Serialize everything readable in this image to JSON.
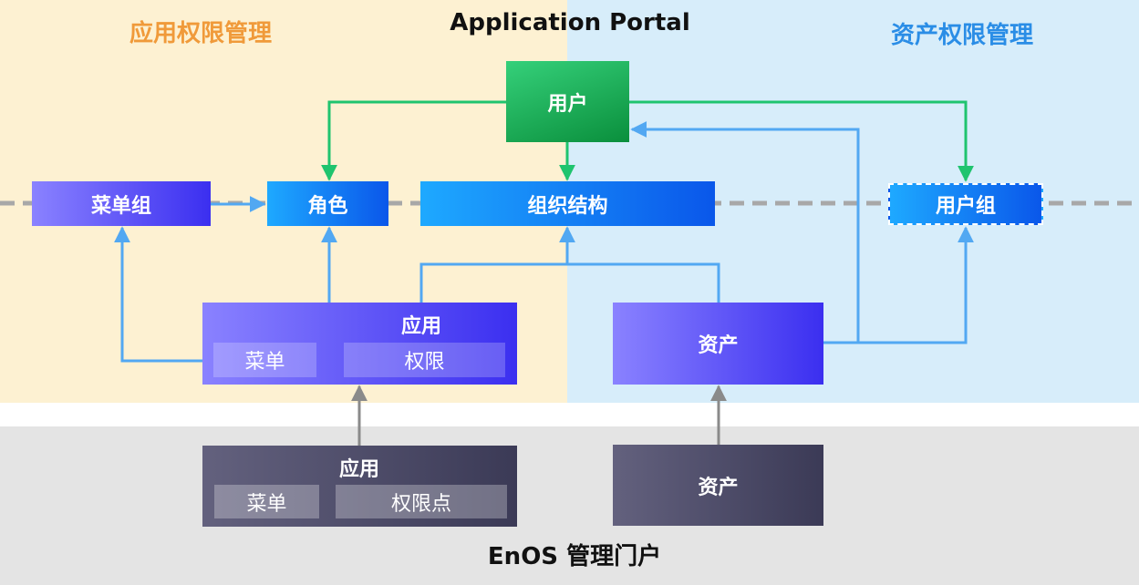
{
  "sections": {
    "app_permission_title": "应用权限管理",
    "portal_title": "Application Portal",
    "asset_permission_title": "资产权限管理",
    "enos_title": "EnOS 管理门户"
  },
  "nodes": {
    "user": "用户",
    "menu_group": "菜单组",
    "role": "角色",
    "org_structure": "组织结构",
    "user_group": "用户组",
    "app_portal": {
      "label": "应用",
      "menu": "菜单",
      "permission": "权限"
    },
    "asset_portal": "资产",
    "app_enos": {
      "label": "应用",
      "menu": "菜单",
      "permission_point": "权限点"
    },
    "asset_enos": "资产"
  },
  "colors": {
    "app_region": "#fdf1d2",
    "asset_region": "#d7edfa",
    "enos_region": "#e4e4e4",
    "app_title": "#f09a3a",
    "asset_title": "#2a8de6",
    "green_line": "#1fc46e",
    "blue_line": "#52a8f2",
    "grey_line": "#8a8a8a",
    "dashed_line": "#a8a8a8"
  }
}
